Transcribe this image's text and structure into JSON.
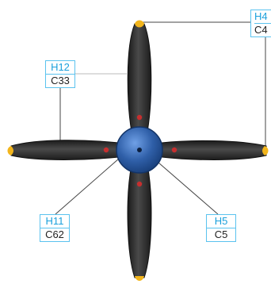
{
  "callouts": {
    "top_right": {
      "h": "H4",
      "c": "C4"
    },
    "left": {
      "h": "H12",
      "c": "C33"
    },
    "bottom_left": {
      "h": "H11",
      "c": "C62"
    },
    "bottom_right": {
      "h": "H5",
      "c": "C5"
    }
  },
  "colors": {
    "blade": "#2b2b2b",
    "blade_tip": "#f2b51c",
    "hub": "#2f5fa8",
    "bolt": "#c62f2f",
    "callout_border": "#5bc3ef",
    "callout_text": "#1aa0dc"
  }
}
